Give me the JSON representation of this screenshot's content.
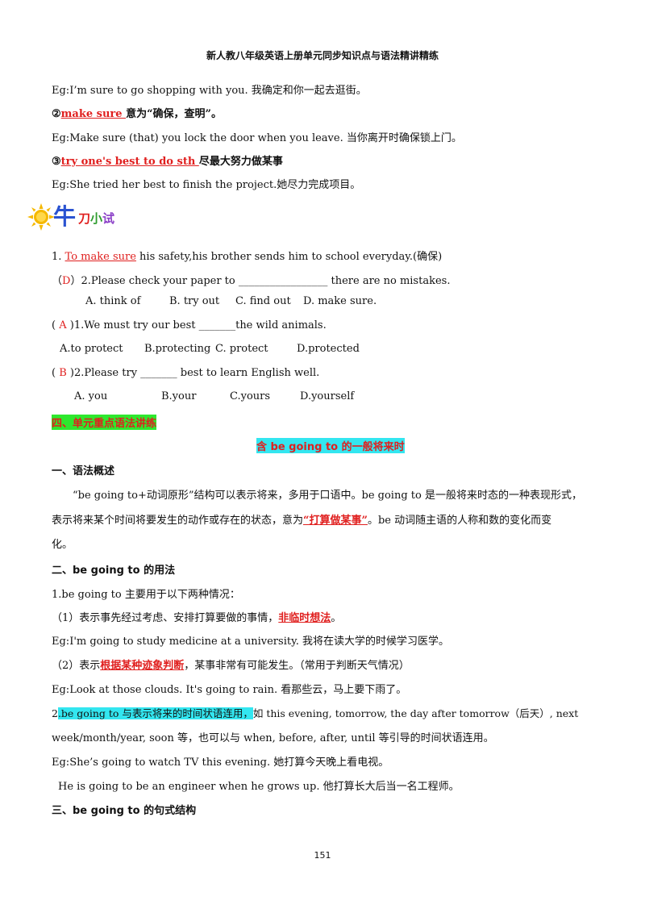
{
  "header": {
    "title": "新人教八年级英语上册单元同步知识点与语法精讲精练"
  },
  "top": {
    "eg1": "Eg:I’m sure to go shopping with you. 我确定和你一起去逛街。",
    "p2_num": "②",
    "p2_phrase": "make sure ",
    "p2_rest": "意为“确保，查明”。",
    "eg2": "Eg:Make sure (that) you lock the door when you leave. 当你离开时确保锁上门。",
    "p3_num": "③",
    "p3_phrase": "try one's best to do sth ",
    "p3_rest": "尽最大努力做某事",
    "eg3": "Eg:She tried her best to finish the project.她尽力完成项目。"
  },
  "logo": {
    "niu": "牛",
    "dao": "刀",
    "xiao": "小",
    "shi": "试"
  },
  "exercises": {
    "q1_num": "1.   ",
    "q1_answer": "To make sure",
    "q1_rest": " his safety,his brother sends him to school everyday.(确保)",
    "q2_open": "（",
    "q2_answer": "D",
    "q2_close": "）",
    "q2_text": "2.Please check your paper to _________________ there are no mistakes.",
    "q2_opts": [
      "A. think of",
      "B. try out",
      "C. find out",
      "D. make sure."
    ],
    "q3_open": "( ",
    "q3_answer": "A",
    "q3_close": " )",
    "q3_text": "1.We must try our best _______the wild animals.",
    "q3_opts": [
      "A.to protect",
      "B.protecting",
      "C. protect",
      "D.protected"
    ],
    "q4_open": "( ",
    "q4_answer": "B",
    "q4_close": " )",
    "q4_text": "2.Please try _______ best to learn English well.",
    "q4_opts": [
      "A. you",
      "B.your",
      "C.yours",
      "D.yourself"
    ]
  },
  "grammar": {
    "section_label": "四、单元重点语法讲练",
    "title": " 含 be  going  to 的一般将来时",
    "h1": "一、语法概述",
    "p1a": "“be going to+动词原形”结构可以表示将来，多用于口语中。be going to 是一般将来时态的一种表现形式，",
    "p1b_a": "表示将来某个时间将要发生的动作或存在的状态，意为",
    "p1b_hl": "“打算做某事”",
    "p1b_b": "。be 动词随主语的人称和数的变化而变",
    "p1c": "化。",
    "h2": "二、be going to 的用法",
    "u1": "1.be going to 主要用于以下两种情况：",
    "u2a": "（1）表示事先经过考虑、安排打算要做的事情，",
    "u2hl": "非临时想法",
    "u2b": "。",
    "u3": "Eg:I'm going to study medicine at a university. 我将在读大学的时候学习医学。",
    "u4a": "（2）表示",
    "u4hl": "根据某种迹象判断",
    "u4b": "，某事非常有可能发生。（常用于判断天气情况）",
    "u5": "Eg:Look at those clouds. It's going to rain. 看那些云，马上要下雨了。",
    "u6num": "2",
    "u6hl": ".be going to 与表示将来的时间状语连用，",
    "u6b": "如 this evening, tomorrow, the day after tomorrow（后天）, next",
    "u7": "week/month/year, soon 等，也可以与 when, before, after, until 等引导的时间状语连用。",
    "u8": "Eg:She’s going to watch TV this evening. 她打算今天晚上看电视。",
    "u9": "  He is going to be an engineer when he grows up. 他打算长大后当一名工程师。",
    "h3": "三、be going to 的句式结构"
  },
  "footer": {
    "page": "151"
  },
  "colors": {
    "accent_red": "#e0201f",
    "highlight_cyan": "#33e6f0",
    "highlight_green": "#2ee82e",
    "logo_blue": "#2a53d1"
  }
}
